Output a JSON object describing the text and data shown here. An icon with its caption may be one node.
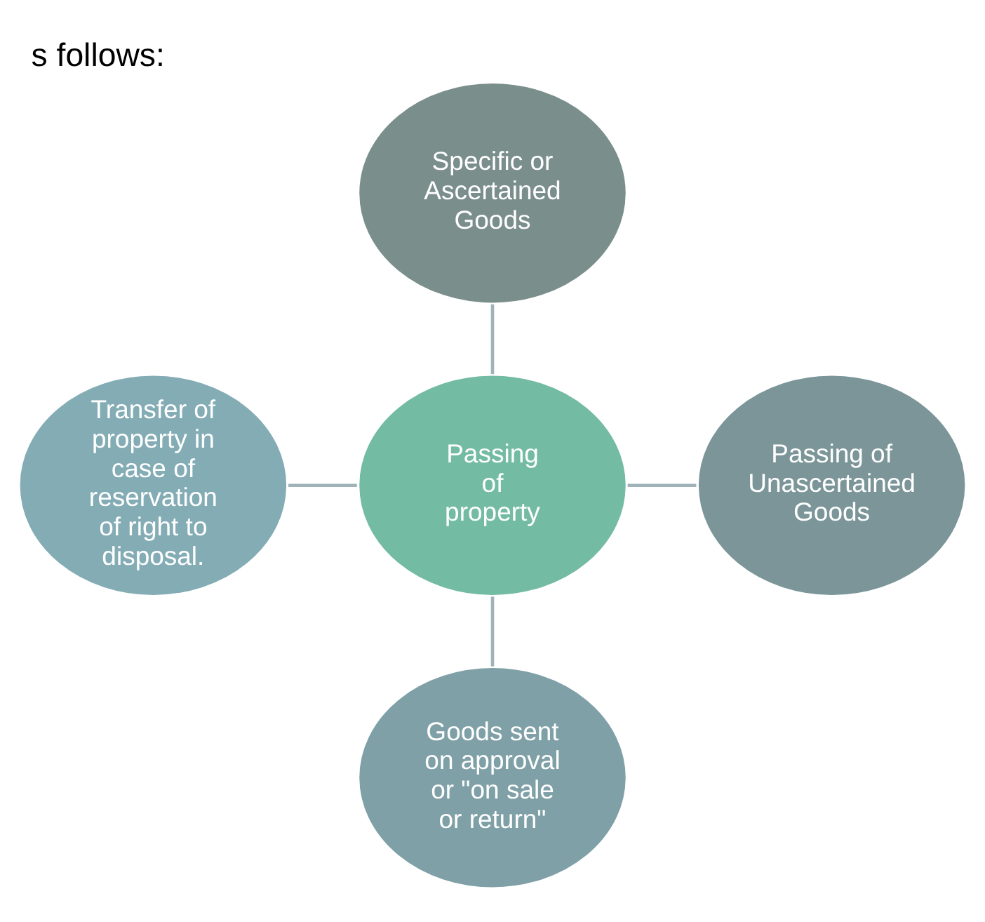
{
  "diagram": {
    "title": "s follows:",
    "nodes": [
      {
        "text": [
          "Passing of property"
        ]
      },
      {
        "text": [
          "Specific or Ascertained Goods"
        ]
      },
      {
        "text": [
          "Passing of Unascertained Goods"
        ]
      },
      {
        "text": [
          "Goods sent on approval or \"on sale or return\""
        ]
      },
      {
        "text": [
          "Transfer of property in case of reservation of right to disposal."
        ]
      }
    ],
    "edges": [
      {
        "from": 0,
        "to": 1,
        "arrow": "none"
      },
      {
        "from": 0,
        "to": 2,
        "arrow": "none"
      },
      {
        "from": 0,
        "to": 3,
        "arrow": "none"
      },
      {
        "from": 0,
        "to": 4,
        "arrow": "none"
      }
    ]
  }
}
